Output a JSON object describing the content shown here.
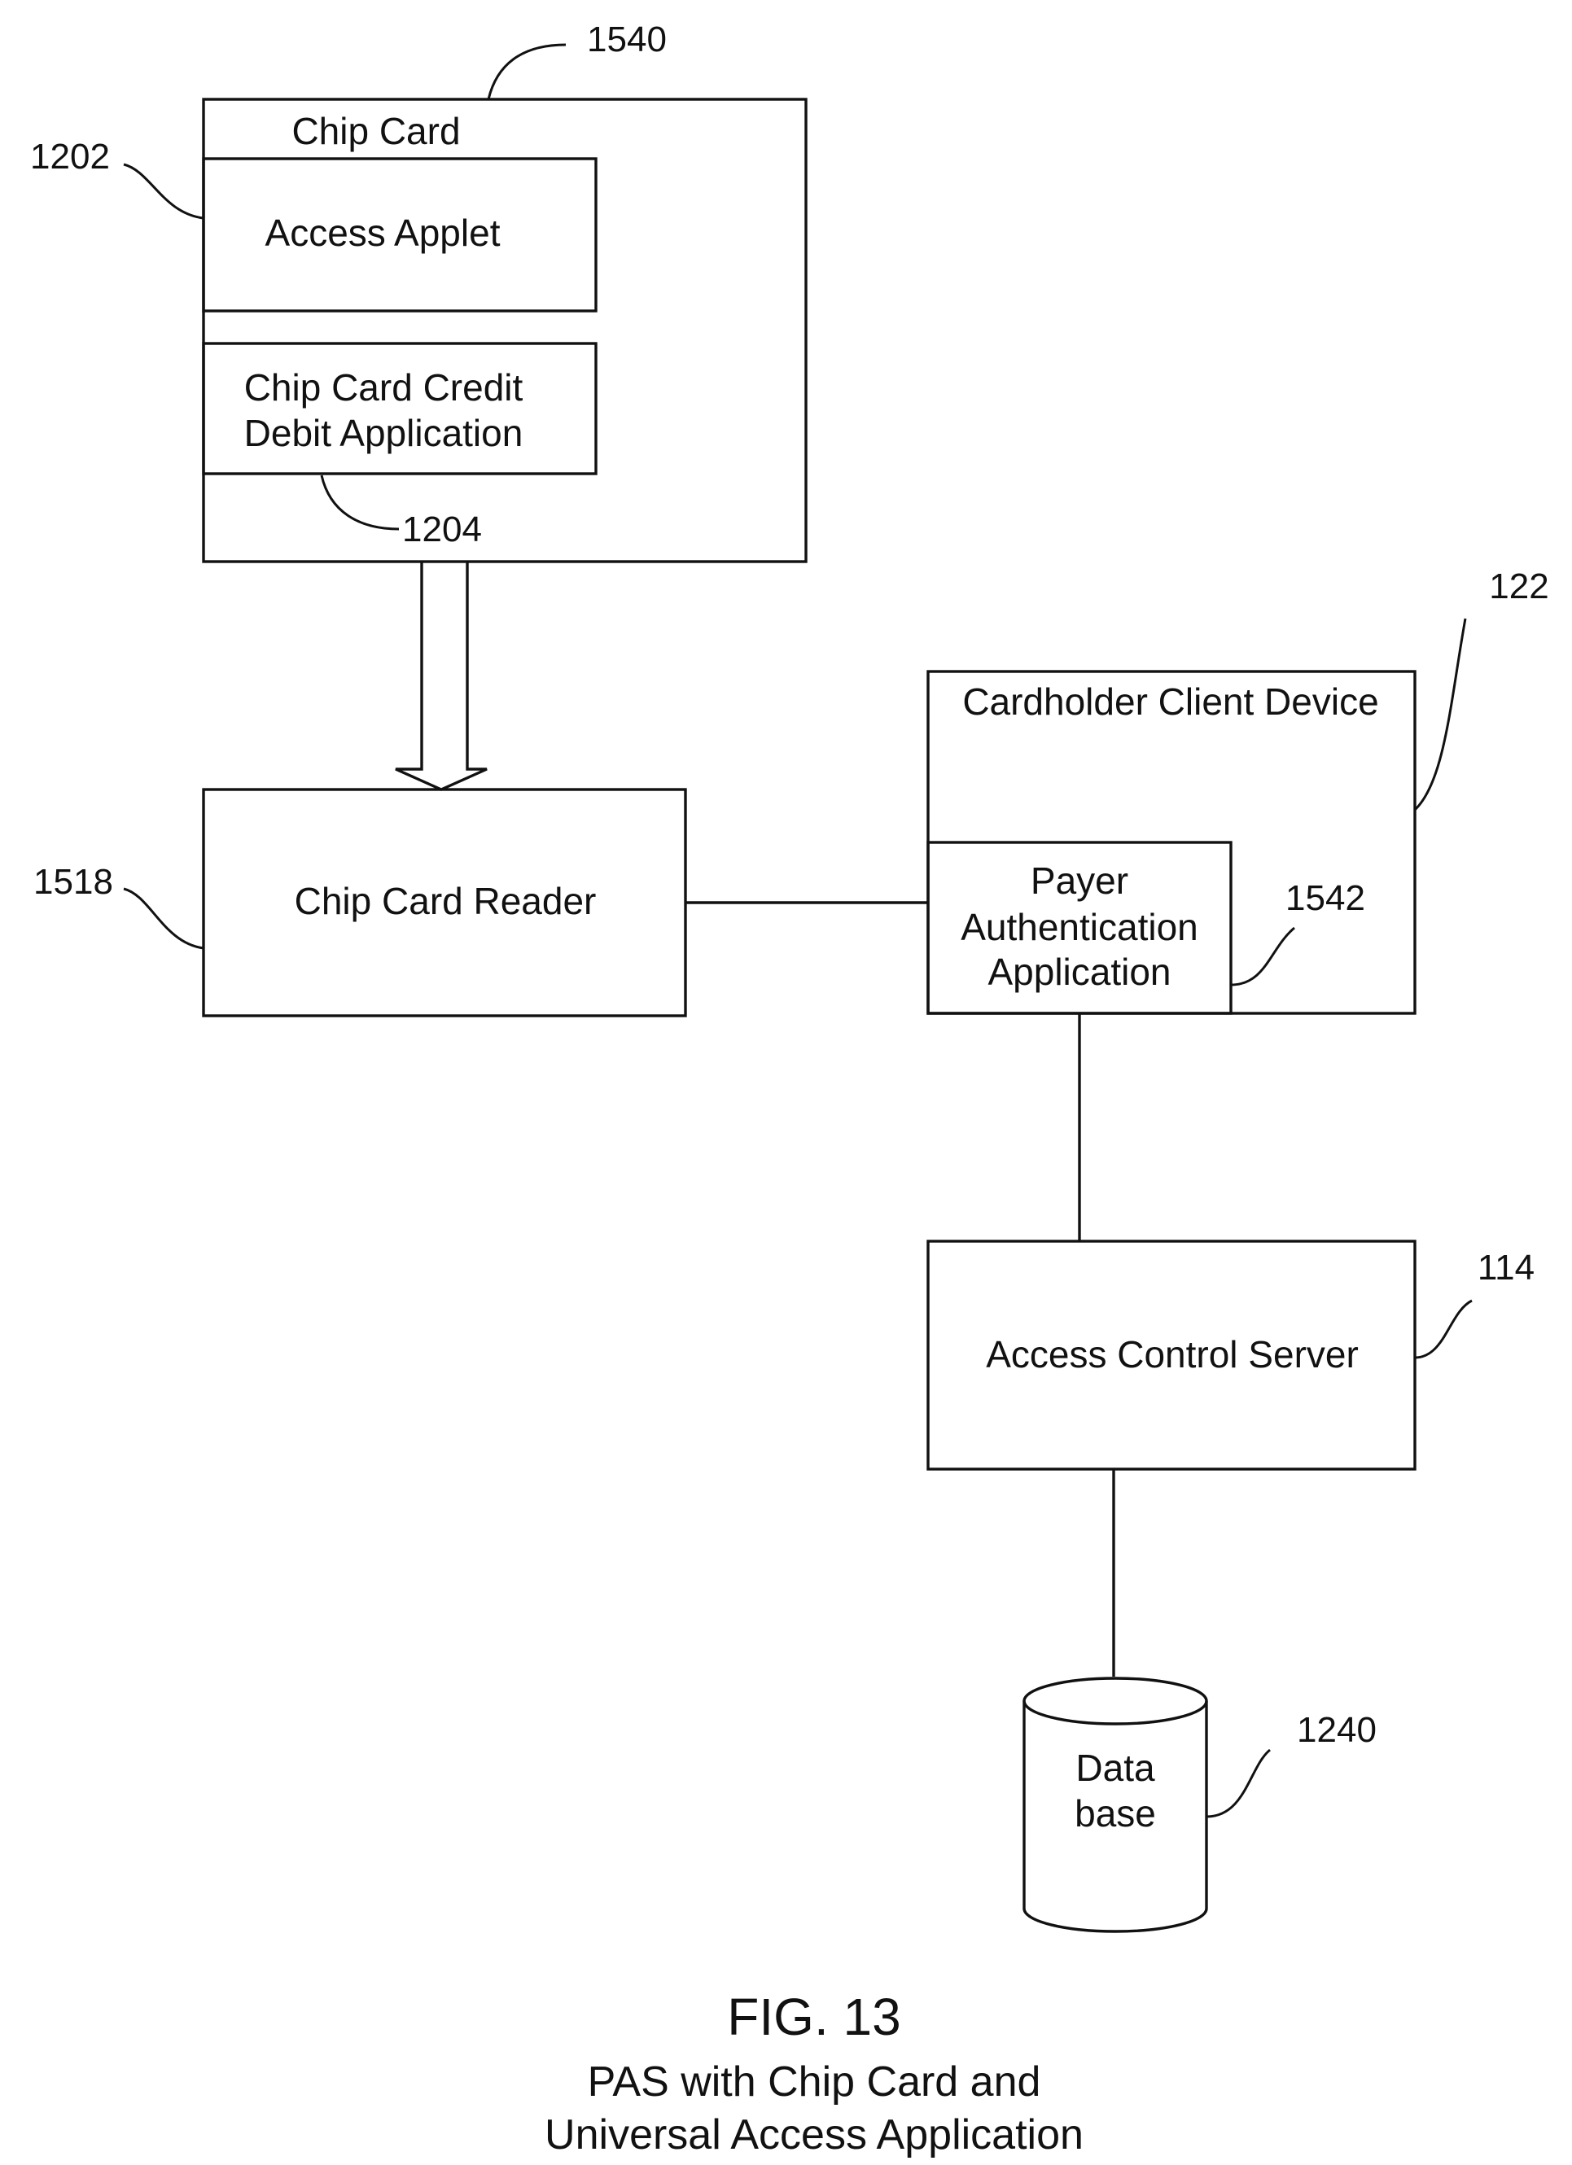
{
  "diagram": {
    "chip_card": {
      "label": "Chip Card",
      "ref": "1540"
    },
    "access_applet": {
      "label": "Access Applet",
      "ref": "1202"
    },
    "credit_debit_app": {
      "label_line1": "Chip Card Credit",
      "label_line2": "Debit Application",
      "ref": "1204"
    },
    "chip_card_reader": {
      "label": "Chip Card Reader",
      "ref": "1518"
    },
    "cardholder_client_device": {
      "label": "Cardholder Client Device",
      "ref": "122"
    },
    "payer_authentication_app": {
      "label_line1": "Payer",
      "label_line2": "Authentication",
      "label_line3": "Application",
      "ref": "1542"
    },
    "access_control_server": {
      "label": "Access Control Server",
      "ref": "114"
    },
    "database": {
      "label_line1": "Data",
      "label_line2": "base",
      "ref": "1240"
    }
  },
  "figure": {
    "title": "FIG. 13",
    "caption_line1": "PAS with Chip Card and",
    "caption_line2": "Universal Access Application"
  }
}
